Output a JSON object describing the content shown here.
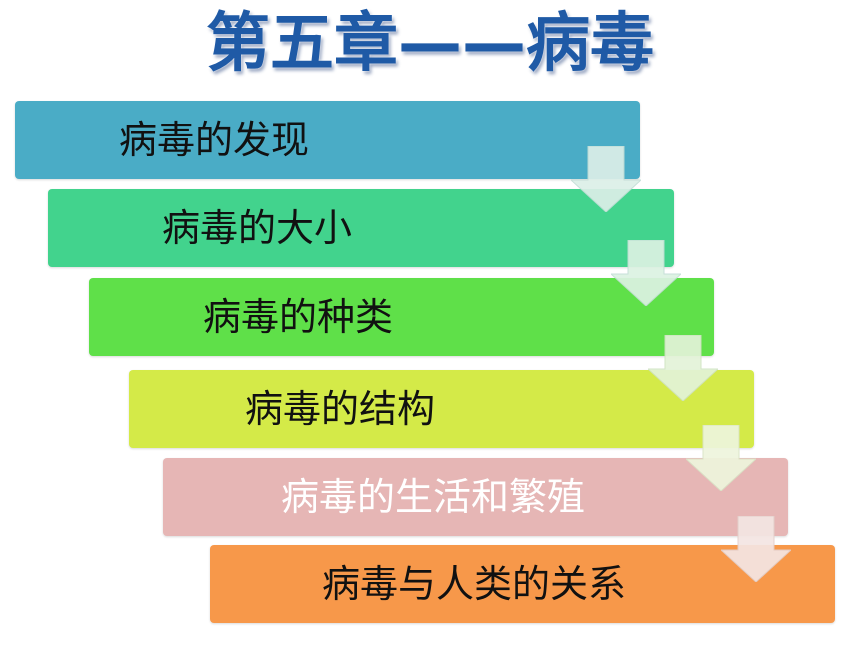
{
  "title": "第五章——病毒",
  "steps": [
    {
      "label": "病毒的发现",
      "color": "#4aacc6"
    },
    {
      "label": "病毒的大小",
      "color": "#42d38d"
    },
    {
      "label": "病毒的种类",
      "color": "#5fe049"
    },
    {
      "label": "病毒的结构",
      "color": "#d4ea48"
    },
    {
      "label": "病毒的生活和繁殖",
      "color": "#e6b6b5"
    },
    {
      "label": "病毒与人类的关系",
      "color": "#f7984a"
    }
  ],
  "arrow_color": "#dcefe8",
  "arrow_icon": "down-arrow-icon"
}
